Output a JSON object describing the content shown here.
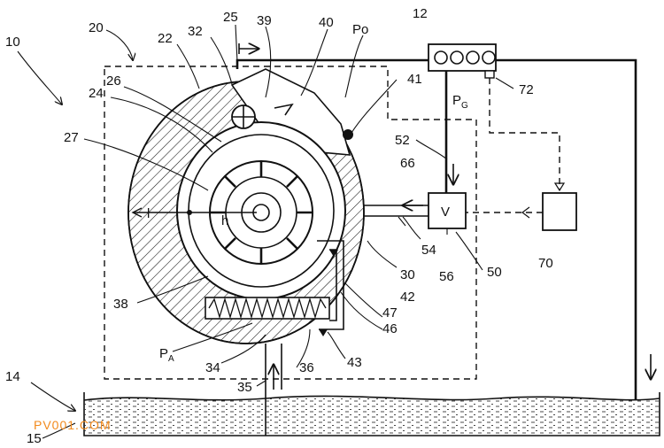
{
  "labels": {
    "ref_10": "10",
    "ref_12": "12",
    "ref_14": "14",
    "ref_15": "15",
    "ref_20": "20",
    "ref_22": "22",
    "ref_24": "24",
    "ref_25": "25",
    "ref_26": "26",
    "ref_27": "27",
    "ref_30": "30",
    "ref_32": "32",
    "ref_34": "34",
    "ref_35": "35",
    "ref_36": "36",
    "ref_38": "38",
    "ref_39": "39",
    "ref_40": "40",
    "ref_41": "41",
    "ref_42": "42",
    "ref_43": "43",
    "ref_46": "46",
    "ref_47": "47",
    "ref_50": "50",
    "ref_52": "52",
    "ref_54": "54",
    "ref_56": "56",
    "ref_66": "66",
    "ref_70": "70",
    "ref_72": "72",
    "p_o": "Po",
    "p_g": "P",
    "p_g_sub": "G",
    "p_a": "P",
    "p_a_sub": "A",
    "valve": "V",
    "dim_l": "l",
    "dim_h": "h"
  },
  "watermark": "PV001.COM",
  "colors": {
    "line": "#111111",
    "watermark": "#f28a1c"
  }
}
